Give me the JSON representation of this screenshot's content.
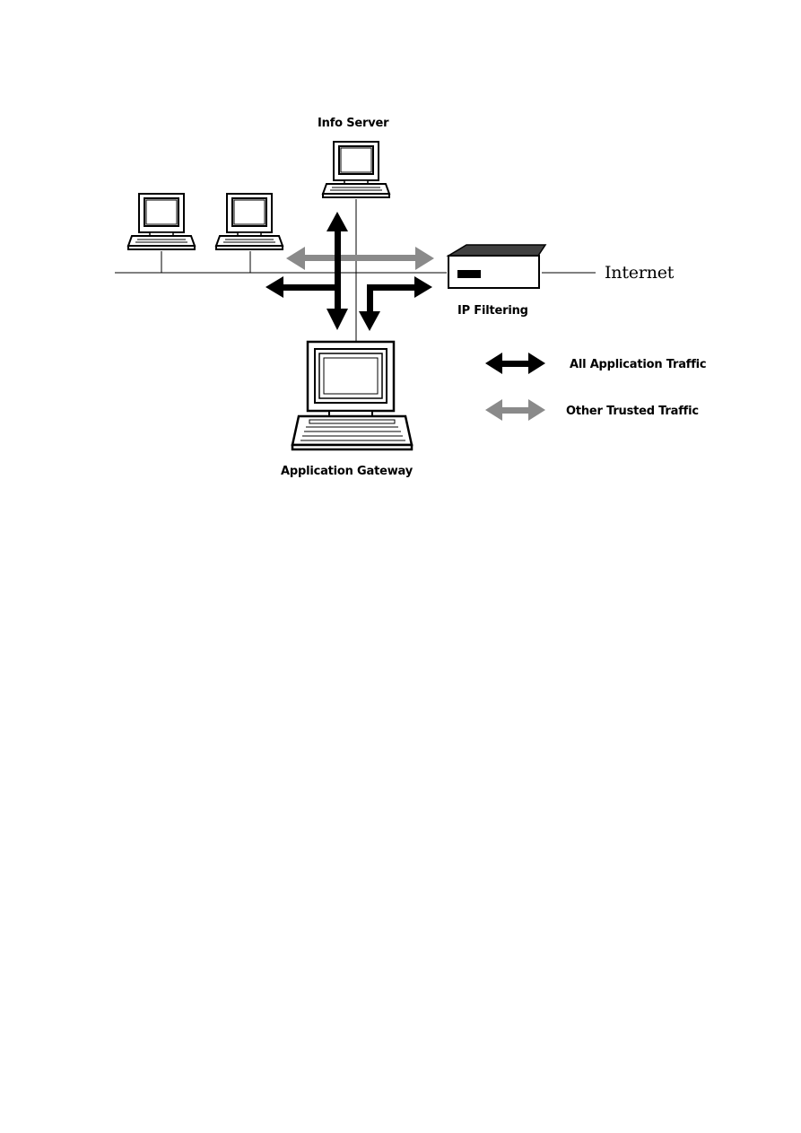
{
  "labels": {
    "info_server": "Info Server",
    "internet": "Internet",
    "ip_filtering": "IP Filtering",
    "application_gateway": "Application Gateway"
  },
  "legend": {
    "items": [
      {
        "label": "All Application Traffic",
        "color": "#000000"
      },
      {
        "label": "Other Trusted Traffic",
        "color": "#8a8a8a"
      }
    ]
  },
  "colors": {
    "application_traffic": "#000000",
    "trusted_traffic": "#8a8a8a",
    "lines": "#000000"
  }
}
